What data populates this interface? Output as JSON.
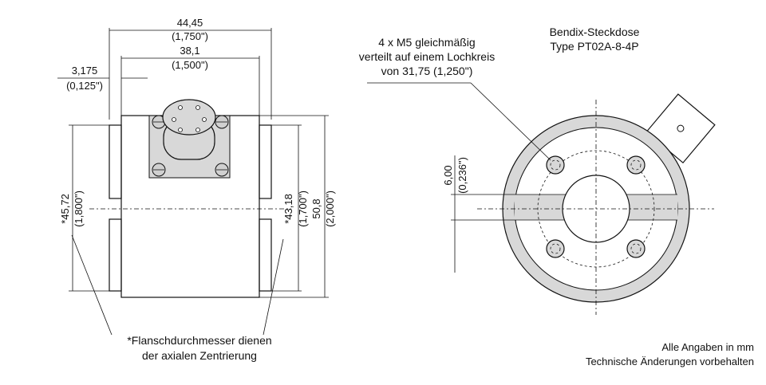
{
  "side_view": {
    "width_total": "44,45",
    "width_total_in": "(1,750\")",
    "width_inner": "38,1",
    "width_inner_in": "(1,500\")",
    "offset": "3,175",
    "offset_in": "(0,125\")",
    "dia_left": "*45,72",
    "dia_left_in": "(1,800\")",
    "dia_right": "*43,18",
    "dia_right_in": "(1,700\")",
    "dia_body": "50,8",
    "dia_body_in": "(2,000\")"
  },
  "flange_note": {
    "line1": "*Flanschdurchmesser dienen",
    "line2": "der axialen Zentrierung"
  },
  "front_view": {
    "holes_line1": "4 x M5 gleichmäßig",
    "holes_line2": "verteilt auf einem Lochkreis",
    "holes_line3": "von 31,75 (1,250\")",
    "connector_line1": "Bendix-Steckdose",
    "connector_line2": "Type PT02A-8-4P",
    "keyway": "6,00",
    "keyway_in": "(0,236\")"
  },
  "footer": {
    "line1": "Alle Angaben in mm",
    "line2": "Technische Änderungen vorbehalten"
  }
}
